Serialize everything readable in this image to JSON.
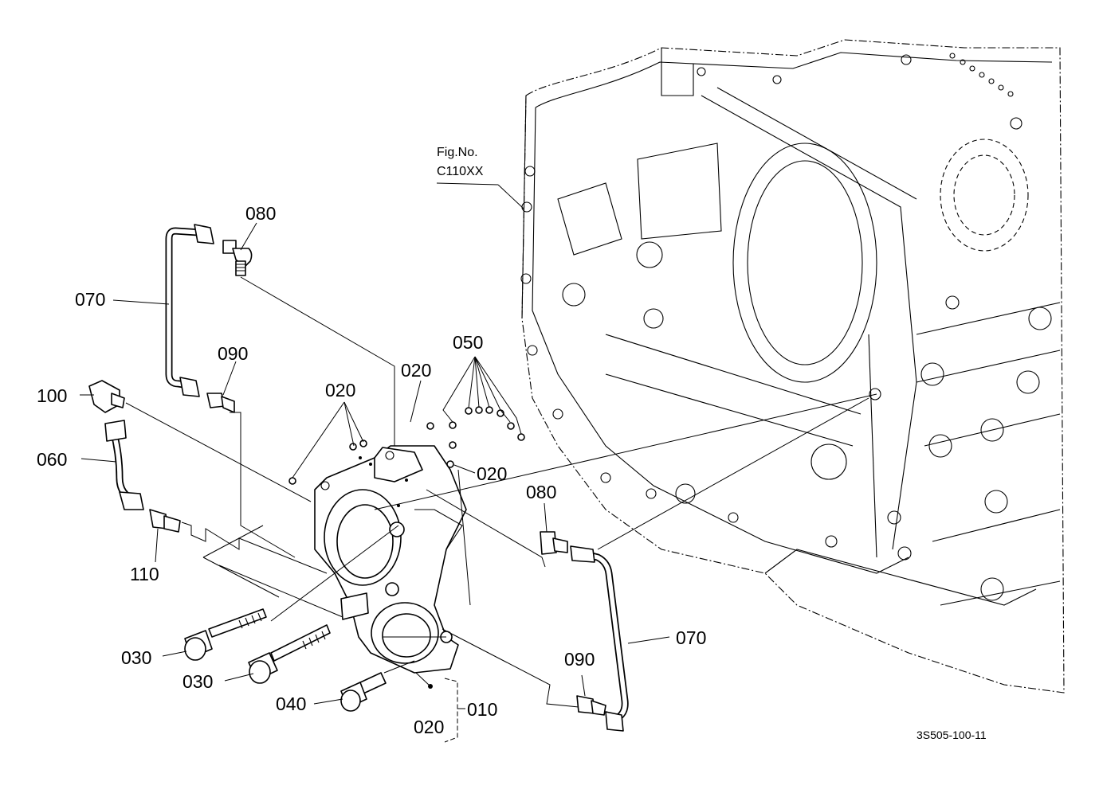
{
  "diagram": {
    "figure_ref": {
      "line1": "Fig.No.",
      "line2": "C110XX"
    },
    "doc_id": "3S505-100-11",
    "callouts": {
      "c010": "010",
      "c020_a": "020",
      "c020_b": "020",
      "c020_c": "020",
      "c020_d": "020",
      "c030_a": "030",
      "c030_b": "030",
      "c040": "040",
      "c050": "050",
      "c060": "060",
      "c070_a": "070",
      "c070_b": "070",
      "c080_a": "080",
      "c080_b": "080",
      "c090_a": "090",
      "c090_b": "090",
      "c100": "100",
      "c110": "110"
    }
  }
}
